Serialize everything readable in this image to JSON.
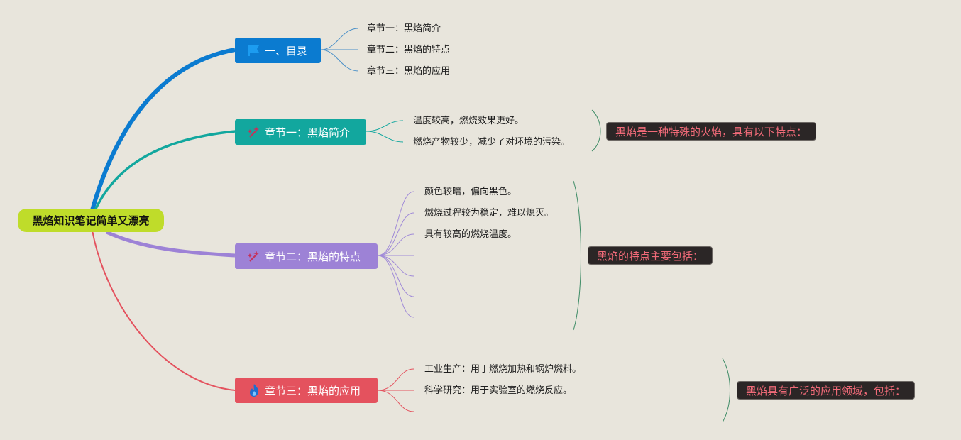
{
  "root": {
    "label": "黑焰知识笔记简单又漂亮"
  },
  "branches": [
    {
      "label": "一、目录",
      "icon": "flag-icon",
      "color": "#0b7bd0",
      "leaves": [
        "章节一：黑焰简介",
        "章节二：黑焰的特点",
        "章节三：黑焰的应用"
      ]
    },
    {
      "label": "章节一：黑焰简介",
      "icon": "sparkle-wand-icon",
      "color": "#12a79e",
      "leaves": [
        "温度较高，燃烧效果更好。",
        "燃烧产物较少，减少了对环境的污染。"
      ],
      "summary": "黑焰是一种特殊的火焰，具有以下特点："
    },
    {
      "label": "章节二：黑焰的特点",
      "icon": "sparkle-wand-icon",
      "color": "#9d82d6",
      "leaves": [
        "颜色较暗，偏向黑色。",
        "燃烧过程较为稳定，难以熄灭。",
        "具有较高的燃烧温度。"
      ],
      "summary": "黑焰的特点主要包括："
    },
    {
      "label": "章节三：黑焰的应用",
      "icon": "flame-icon",
      "color": "#e4525e",
      "leaves": [
        "工业生产：用于燃烧加热和锅炉燃料。",
        "科学研究：用于实验室的燃烧反应。"
      ],
      "summary": "黑焰具有广泛的应用领域，包括："
    }
  ]
}
